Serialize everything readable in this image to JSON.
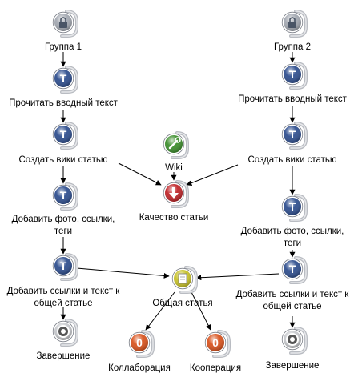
{
  "nodes": [
    {
      "id": "group1",
      "kind": "group",
      "label": "Группа 1"
    },
    {
      "id": "group2",
      "kind": "group",
      "label": "Группа 2"
    },
    {
      "id": "read1",
      "kind": "task",
      "label": "Прочитать вводный текст"
    },
    {
      "id": "read2",
      "kind": "task",
      "label": "Прочитать вводный текст"
    },
    {
      "id": "create1",
      "kind": "task",
      "label": "Создать вики статью"
    },
    {
      "id": "create2",
      "kind": "task",
      "label": "Создать вики статью"
    },
    {
      "id": "wiki",
      "kind": "wiki",
      "label": "Wiki"
    },
    {
      "id": "quality",
      "kind": "quality",
      "label": "Качество статьи"
    },
    {
      "id": "addphoto1",
      "kind": "task",
      "label": "Добавить фото, ссылки, теги"
    },
    {
      "id": "addphoto2",
      "kind": "task",
      "label": "Добавить фото, ссылки, теги"
    },
    {
      "id": "addlinks1",
      "kind": "task",
      "label": "Добавить ссылки и текст к общей статье"
    },
    {
      "id": "addlinks2",
      "kind": "task",
      "label": "Добавить ссылки и текст к общей статье"
    },
    {
      "id": "common",
      "kind": "document",
      "label": "Общая статья"
    },
    {
      "id": "finish1",
      "kind": "end",
      "label": "Завершение"
    },
    {
      "id": "finish2",
      "kind": "end",
      "label": "Завершение"
    },
    {
      "id": "collab",
      "kind": "orange",
      "label": "Коллаборация"
    },
    {
      "id": "coop",
      "kind": "orange",
      "label": "Кооперация"
    }
  ],
  "edges": [
    [
      "group1",
      "read1"
    ],
    [
      "read1",
      "create1"
    ],
    [
      "create1",
      "addphoto1"
    ],
    [
      "addphoto1",
      "addlinks1"
    ],
    [
      "addlinks1",
      "finish1"
    ],
    [
      "group2",
      "read2"
    ],
    [
      "read2",
      "create2"
    ],
    [
      "create2",
      "addphoto2"
    ],
    [
      "addphoto2",
      "addlinks2"
    ],
    [
      "addlinks2",
      "finish2"
    ],
    [
      "create1",
      "quality"
    ],
    [
      "create2",
      "quality"
    ],
    [
      "wiki",
      "quality"
    ],
    [
      "addlinks1",
      "common"
    ],
    [
      "addlinks2",
      "common"
    ],
    [
      "common",
      "collab"
    ],
    [
      "common",
      "coop"
    ]
  ],
  "icon_letters": {
    "task": "T",
    "orange": "0"
  },
  "colors": {
    "task": "#2f4f8f",
    "group": "#8a8f99",
    "wiki": "#3e8f2e",
    "quality": "#c0262a",
    "document": "#c8c22a",
    "end": "#8c8c8c",
    "orange": "#d9531e",
    "arrow": "#000000"
  }
}
